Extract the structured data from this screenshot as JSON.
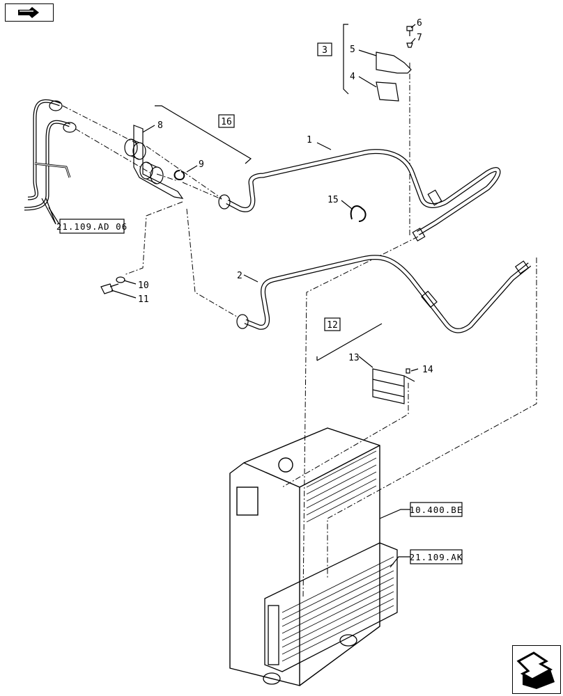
{
  "nav": {
    "prev_icon": "page-back-icon",
    "next_icon": "page-forward-icon"
  },
  "references": {
    "upper_left": "21.109.AD 06",
    "radiator": "10.400.BE",
    "oil_cooler": "21.109.AK"
  },
  "group_boxes": {
    "g3": "3",
    "g12": "12",
    "g16": "16"
  },
  "callouts": {
    "c1": "1",
    "c2": "2",
    "c4": "4",
    "c5": "5",
    "c6": "6",
    "c7": "7",
    "c8": "8",
    "c9": "9",
    "c10": "10",
    "c11": "11",
    "c13": "13",
    "c14": "14",
    "c15": "15"
  },
  "colors": {
    "line": "#000000",
    "background": "#ffffff"
  }
}
